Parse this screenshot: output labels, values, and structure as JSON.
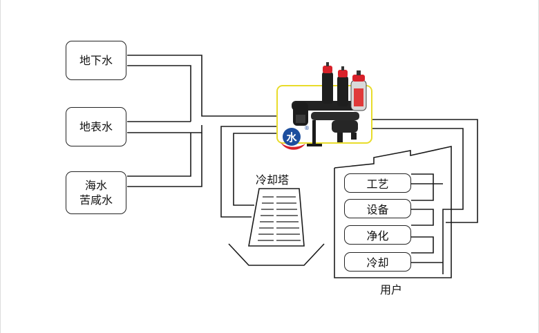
{
  "sources": [
    {
      "lines": [
        "地下水"
      ]
    },
    {
      "lines": [
        "地表水"
      ]
    },
    {
      "lines": [
        "海水",
        "苦咸水"
      ]
    }
  ],
  "cooling_tower": {
    "label": "冷却塔"
  },
  "user": {
    "label": "用户",
    "items": [
      "工艺",
      "设备",
      "净化",
      "冷却"
    ]
  },
  "logo": {
    "glyph": "水",
    "mark": "®"
  },
  "colors": {
    "pipe": "#1a1a1a",
    "filter_border": "#e8dc2a",
    "filter_cap": "#d8212a",
    "logo_blue": "#1d4e9e"
  }
}
